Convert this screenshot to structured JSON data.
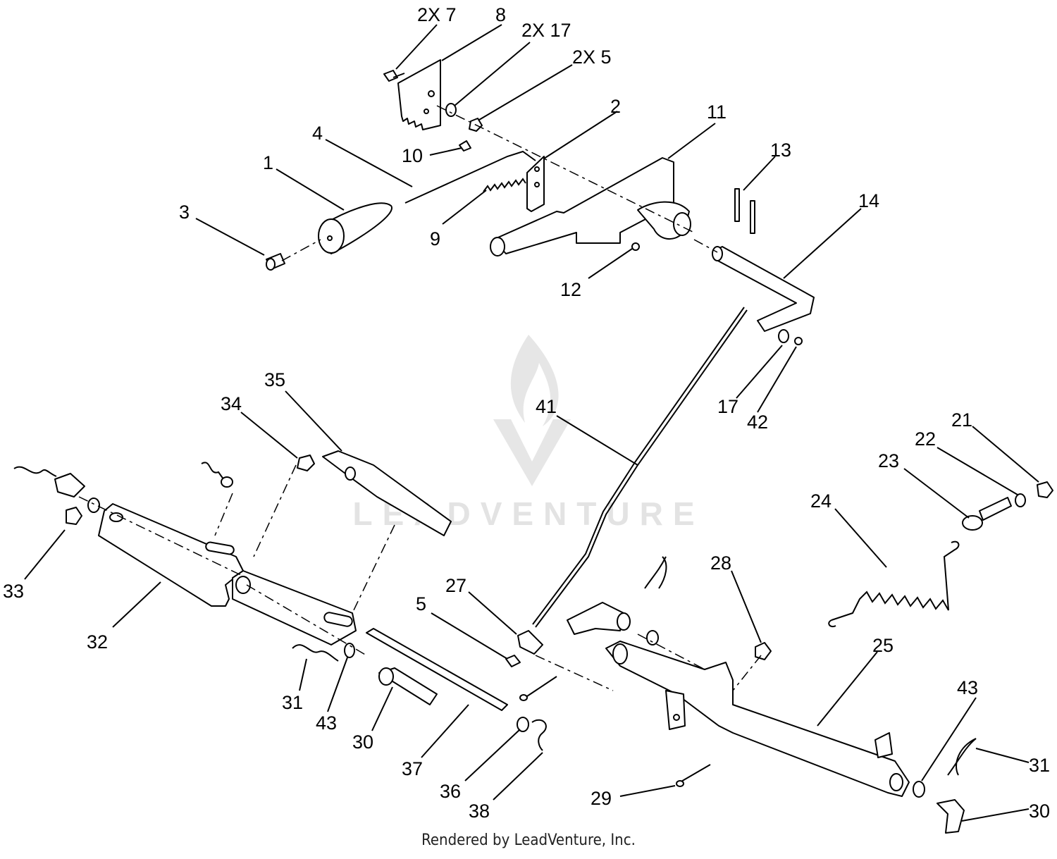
{
  "watermark": {
    "brand": "LEADVENTURE"
  },
  "callouts": [
    {
      "id": "c-2x7",
      "text": "2X 7"
    },
    {
      "id": "c-8",
      "text": "8"
    },
    {
      "id": "c-2x17",
      "text": "2X 17"
    },
    {
      "id": "c-2x5",
      "text": "2X 5"
    },
    {
      "id": "c-2",
      "text": "2"
    },
    {
      "id": "c-11",
      "text": "11"
    },
    {
      "id": "c-4",
      "text": "4"
    },
    {
      "id": "c-10",
      "text": "10"
    },
    {
      "id": "c-1",
      "text": "1"
    },
    {
      "id": "c-13",
      "text": "13"
    },
    {
      "id": "c-3",
      "text": "3"
    },
    {
      "id": "c-14",
      "text": "14"
    },
    {
      "id": "c-9",
      "text": "9"
    },
    {
      "id": "c-12",
      "text": "12"
    },
    {
      "id": "c-35",
      "text": "35"
    },
    {
      "id": "c-34",
      "text": "34"
    },
    {
      "id": "c-41",
      "text": "41"
    },
    {
      "id": "c-17",
      "text": "17"
    },
    {
      "id": "c-42",
      "text": "42"
    },
    {
      "id": "c-21",
      "text": "21"
    },
    {
      "id": "c-22",
      "text": "22"
    },
    {
      "id": "c-23",
      "text": "23"
    },
    {
      "id": "c-24",
      "text": "24"
    },
    {
      "id": "c-33",
      "text": "33"
    },
    {
      "id": "c-32",
      "text": "32"
    },
    {
      "id": "c-28",
      "text": "28"
    },
    {
      "id": "c-27",
      "text": "27"
    },
    {
      "id": "c-5",
      "text": "5"
    },
    {
      "id": "c-25",
      "text": "25"
    },
    {
      "id": "c-31a",
      "text": "31"
    },
    {
      "id": "c-43a",
      "text": "43"
    },
    {
      "id": "c-30a",
      "text": "30"
    },
    {
      "id": "c-37",
      "text": "37"
    },
    {
      "id": "c-36",
      "text": "36"
    },
    {
      "id": "c-38",
      "text": "38"
    },
    {
      "id": "c-43b",
      "text": "43"
    },
    {
      "id": "c-31b",
      "text": "31"
    },
    {
      "id": "c-29",
      "text": "29"
    },
    {
      "id": "c-30b",
      "text": "30"
    }
  ],
  "footer": {
    "credit": "Rendered by LeadVenture, Inc."
  }
}
